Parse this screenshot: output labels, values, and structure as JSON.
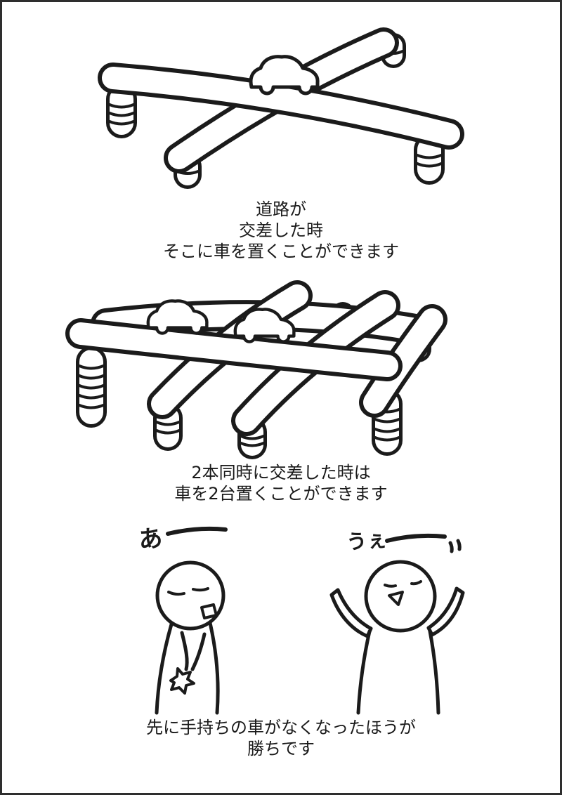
{
  "colors": {
    "paper": "#ffffff",
    "ink": "#1b1b1b",
    "border": "#2e2e2e",
    "caption_text": "#191919"
  },
  "captions": {
    "single_cross": [
      "道路が",
      "交差した時",
      "そこに車を置くことができます"
    ],
    "double_cross": [
      "2本同時に交差した時は",
      "車を2台置くことができます"
    ],
    "win_condition": [
      "先に手持ちの車がなくなったほうが",
      "勝ちです"
    ]
  },
  "speech": {
    "losing_character": "あ",
    "winning_character": "うぇ"
  }
}
